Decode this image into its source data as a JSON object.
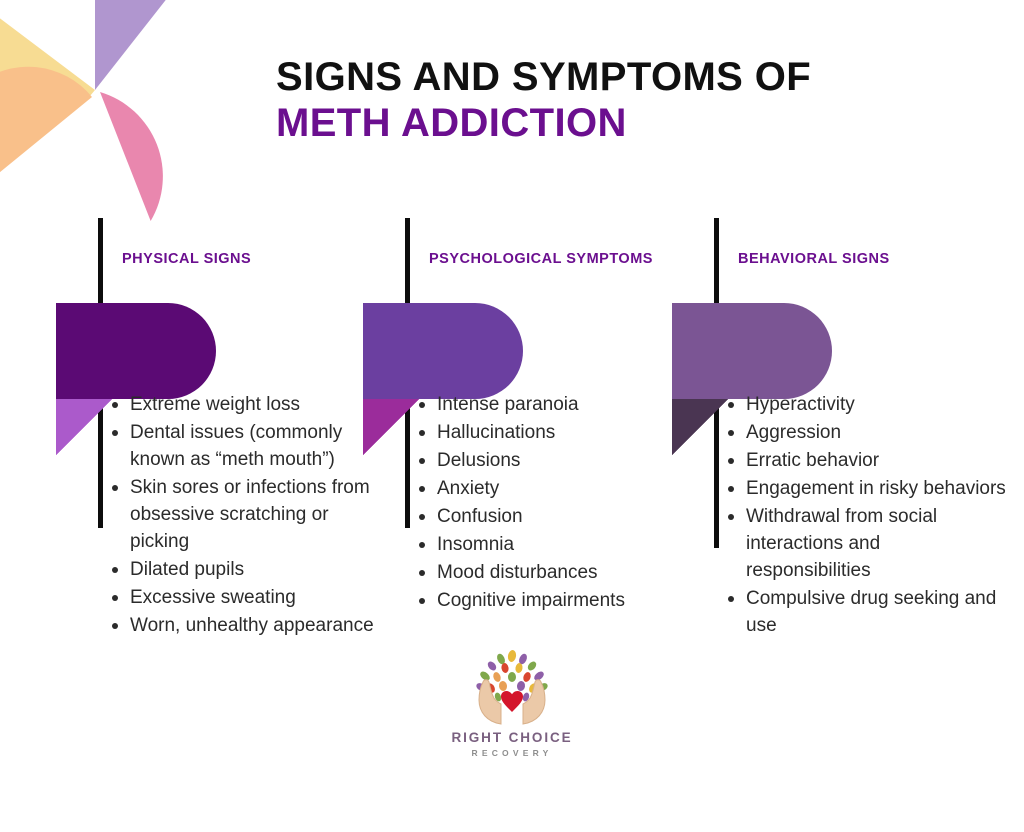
{
  "title": {
    "line1": "SIGNS AND SYMPTOMS OF",
    "line2": "METH ADDICTION"
  },
  "colors": {
    "title_dark": "#111111",
    "title_accent": "#6B0F8F",
    "header_purple": "#6B0F8F",
    "banner_1": "#5B0A74",
    "banner_1_fold": "#AB5ACB",
    "banner_2": "#6B3FA0",
    "banner_2_fold": "#9B2C9B",
    "banner_3": "#7B5594",
    "banner_3_fold": "#4A3552",
    "rule_black": "#0D0D0D",
    "body_text": "#2B2B2B",
    "petal_yellow": "#F7DC93",
    "petal_purple": "#B096CF",
    "petal_pink": "#E987AE",
    "petal_orange": "#F9C08A"
  },
  "columns": [
    {
      "header": "PHYSICAL SIGNS",
      "items": [
        "Extreme weight loss",
        "Dental issues (commonly known as “meth mouth”)",
        "Skin sores or infections from obsessive scratching or picking",
        "Dilated pupils",
        "Excessive sweating",
        "Worn, unhealthy appearance"
      ]
    },
    {
      "header": "PSYCHOLOGICAL SYMPTOMS",
      "items": [
        "Intense paranoia",
        "Hallucinations",
        "Delusions",
        "Anxiety",
        "Confusion",
        "Insomnia",
        "Mood disturbances",
        "Cognitive impairments"
      ]
    },
    {
      "header": "BEHAVIORAL SIGNS",
      "items": [
        "Hyperactivity",
        "Aggression",
        "Erratic behavior",
        "Engagement in risky behaviors",
        "Withdrawal from social interactions and responsibilities",
        "Compulsive drug seeking and use"
      ]
    }
  ],
  "logo": {
    "name": "RIGHT CHOICE",
    "subtitle": "RECOVERY",
    "mark": "hands-heart-icon"
  }
}
